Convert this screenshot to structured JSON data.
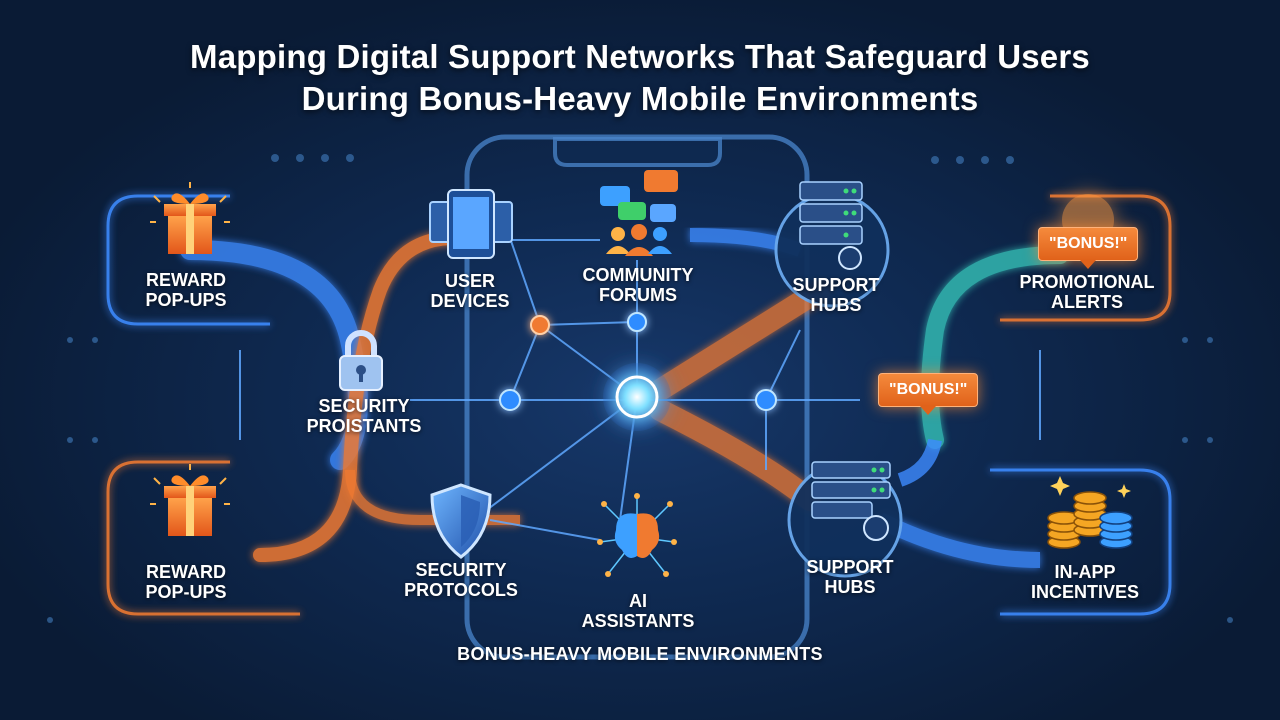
{
  "title_line1": "Mapping Digital Support Networks That Safeguard Users",
  "title_line2": "During Bonus-Heavy Mobile Environments",
  "nodes": {
    "reward_popups_top": {
      "line1": "REWARD",
      "line2": "POP-UPS"
    },
    "user_devices": {
      "line1": "USER",
      "line2": "DEVICES"
    },
    "community_forums": {
      "line1": "COMMUNITY",
      "line2": "FORUMS"
    },
    "support_hubs_top": {
      "line1": "SUPPORT",
      "line2": "HUBS"
    },
    "promotional_alerts": {
      "line1": "PROMOTIONAL",
      "line2": "ALERTS"
    },
    "security_proistants": {
      "line1": "SECURITY",
      "line2": "PROISTANTS"
    },
    "reward_popups_bottom": {
      "line1": "REWARD",
      "line2": "POP-UPS"
    },
    "security_protocols": {
      "line1": "SECURITY",
      "line2": "PROTOCOLS"
    },
    "ai_assistants": {
      "line1": "AI",
      "line2": "ASSISTANTS"
    },
    "support_hubs_bottom": {
      "line1": "SUPPORT",
      "line2": "HUBS"
    },
    "in_app_incentives": {
      "line1": "IN-APP",
      "line2": "INCENTIVES"
    }
  },
  "badges": {
    "promo_badge": "\"BONUS!\"",
    "mid_badge": "\"BONUS!\""
  },
  "footer": "BONUS-HEAVY MOBILE ENVIRONMENTS",
  "colors": {
    "background": "#0f2a52",
    "blue_flow": "#3d8bff",
    "orange_flow": "#f07a30",
    "teal_flow": "#35c2b8",
    "node_glow": "#7fd4ff"
  }
}
